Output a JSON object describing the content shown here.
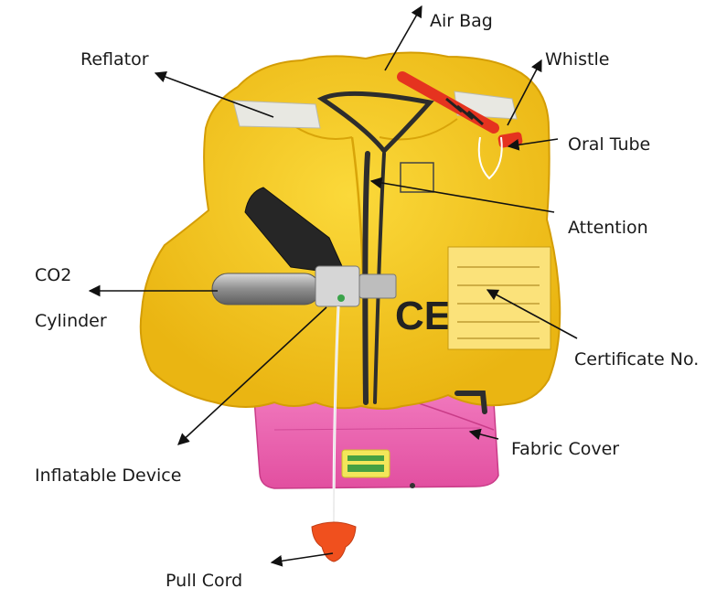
{
  "labels": {
    "air_bag": "Air Bag",
    "reflator": "Reflator",
    "whistle": "Whistle",
    "oral_tube": "Oral Tube",
    "attention": "Attention",
    "co2_line1": "CO2",
    "co2_line2": "Cylinder",
    "certificate": "Certificate No.",
    "fabric_cover": "Fabric Cover",
    "inflatable_device": "Inflatable Device",
    "pull_cord": "Pull Cord"
  },
  "product_marks": {
    "ce_mark": "CE"
  },
  "colors": {
    "vest_yellow": "#f7cd1e",
    "vest_shadow": "#e0ab0a",
    "cover_pink": "#e95aa8",
    "whistle_red": "#e5331f",
    "handle_orange": "#f0501e",
    "strap_dark": "#2d2d2d",
    "cylinder_grey": "#8e8e8e",
    "leader_line": "#111111"
  }
}
